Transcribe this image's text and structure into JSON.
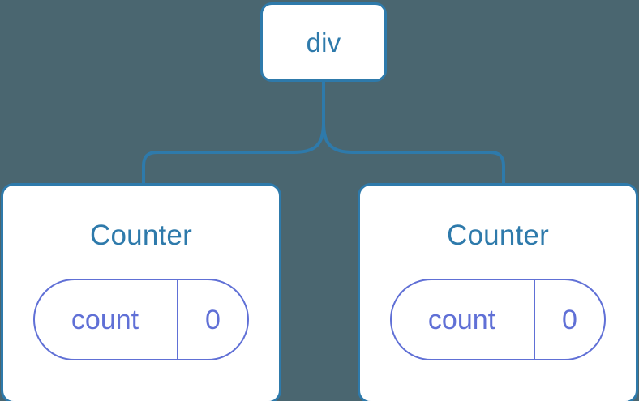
{
  "diagram": {
    "type": "component-tree",
    "background_color": "#4a6670",
    "node_border_color": "#2e7aab",
    "node_title_color": "#2e7aab",
    "node_fill_color": "#ffffff",
    "state_accent_color": "#6070d6",
    "connector_color": "#2e7aab",
    "root": {
      "label": "div"
    },
    "children": [
      {
        "label": "Counter",
        "state": {
          "key": "count",
          "value": "0"
        }
      },
      {
        "label": "Counter",
        "state": {
          "key": "count",
          "value": "0"
        }
      }
    ]
  }
}
